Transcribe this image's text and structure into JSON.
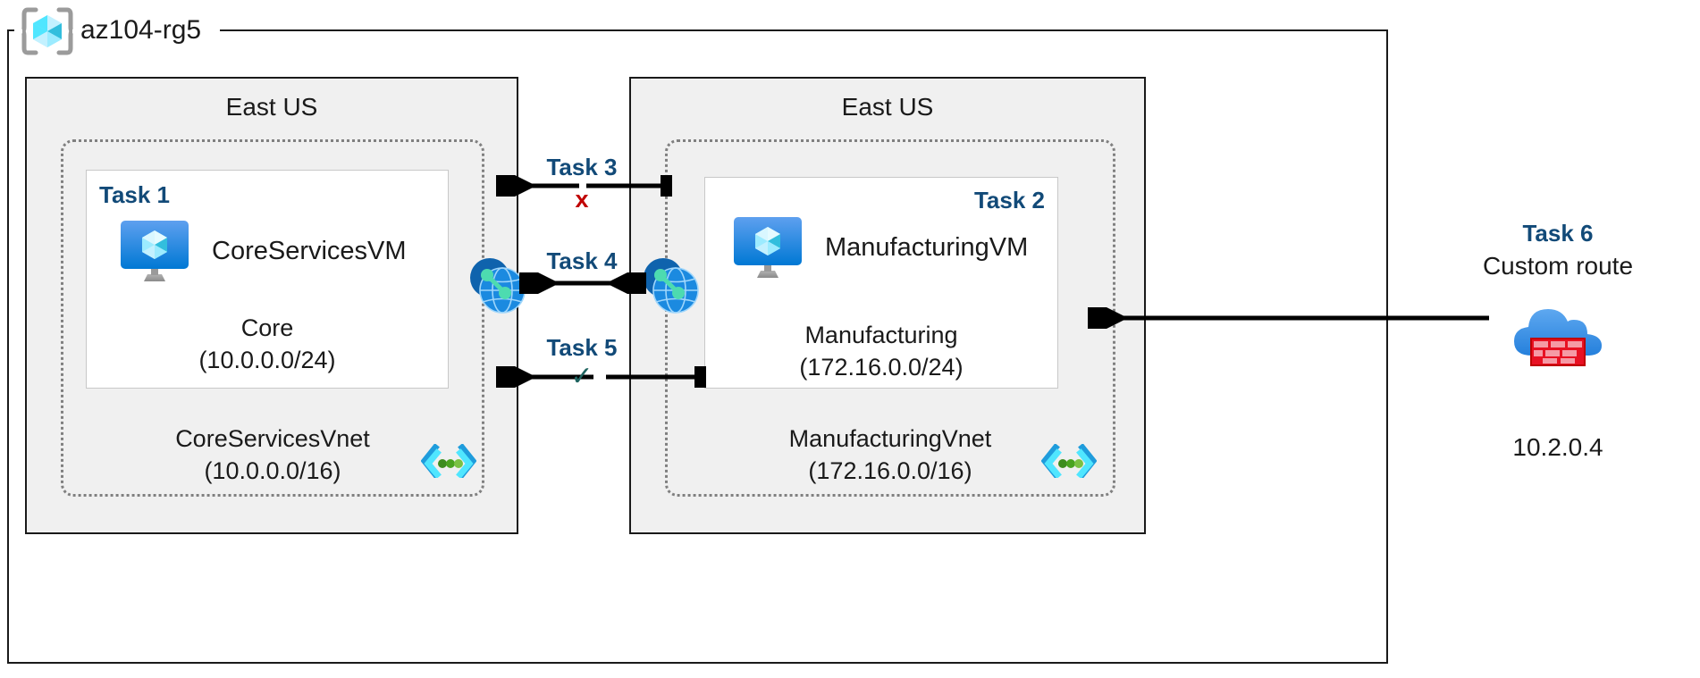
{
  "resource_group": {
    "name": "az104-rg5",
    "icon": "azure-resource-group-icon"
  },
  "regions": [
    {
      "id": "left",
      "label": "East US"
    },
    {
      "id": "right",
      "label": "East US"
    }
  ],
  "vnets": [
    {
      "id": "left",
      "name": "CoreServicesVnet",
      "cidr": "(10.0.0.0/16)",
      "badge_icon": "vnet-brackets-icon",
      "subnet": {
        "task_tag": "Task 1",
        "vm_name": "CoreServicesVM",
        "vm_icon": "virtual-machine-icon",
        "name": "Core",
        "cidr": "(10.0.0.0/24)"
      },
      "peering_icon": "vnet-peering-icon"
    },
    {
      "id": "right",
      "name": "ManufacturingVnet",
      "cidr": "(172.16.0.0/16)",
      "badge_icon": "vnet-brackets-icon",
      "subnet": {
        "task_tag": "Task 2",
        "vm_name": "ManufacturingVM",
        "vm_icon": "virtual-machine-icon",
        "name": "Manufacturing",
        "cidr": "(172.16.0.0/24)"
      },
      "peering_icon": "vnet-peering-icon"
    }
  ],
  "connections": [
    {
      "id": "task3",
      "label": "Task 3",
      "mark": "x",
      "mark_meaning": "blocked",
      "arrow": "bidirectional"
    },
    {
      "id": "task4",
      "label": "Task 4",
      "mark": "",
      "mark_meaning": "peering",
      "arrow": "bidirectional"
    },
    {
      "id": "task5",
      "label": "Task 5",
      "mark": "✓",
      "mark_meaning": "allowed",
      "arrow": "bidirectional"
    }
  ],
  "custom_route": {
    "task_label": "Task 6",
    "description": "Custom route",
    "icon": "azure-firewall-icon",
    "ip": "10.2.0.4",
    "arrow": "left"
  },
  "colors": {
    "task_blue": "#124a78",
    "blocked_red": "#c00000",
    "allowed_green": "#1f6460",
    "region_fill": "#f0f0f0",
    "vnet_dotted": "#808080",
    "azure_blue": "#0078d4",
    "cube_cyan": "#50e6ff"
  }
}
